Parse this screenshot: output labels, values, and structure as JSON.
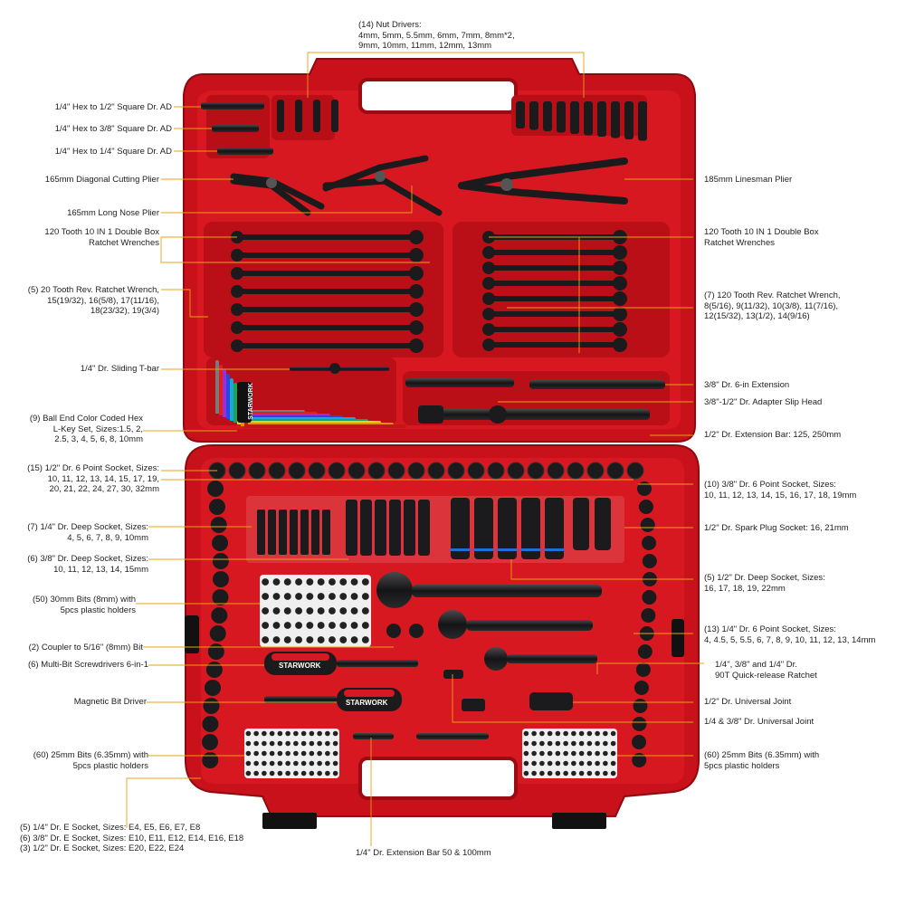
{
  "colors": {
    "case_red": "#d8141c",
    "case_dark": "#a50b12",
    "foam": "#c40f17",
    "tool_black": "#1b1b1d",
    "leader": "#e8a017",
    "text": "#222222"
  },
  "brand": "STARWORK",
  "labels": {
    "nut_drivers": {
      "l1": "(14) Nut Drivers:",
      "l2": "4mm, 5mm, 5.5mm, 6mm, 7mm, 8mm*2,",
      "l3": "9mm, 10mm, 11mm, 12mm, 13mm"
    },
    "hex_half": "1/4\" Hex to 1/2\" Square Dr. AD",
    "hex_38": "1/4\" Hex to 3/8\" Square Dr. AD",
    "hex_14": "1/4\" Hex to 1/4\" Square Dr. AD",
    "diag_plier": "165mm Diagonal Cutting Plier",
    "long_nose": "165mm Long Nose Plier",
    "dbox_left": {
      "l1": "120 Tooth 10 IN 1 Double Box",
      "l2": "Ratchet Wrenches"
    },
    "rev5": {
      "l1": "(5) 20 Tooth Rev. Ratchet Wrench,",
      "l2": "15(19/32), 16(5/8), 17(11/16),",
      "l3": "18(23/32), 19(3/4)"
    },
    "tbar": "1/4\" Dr. Sliding T-bar",
    "hexkey": {
      "l1": "(9) Ball End Color Coded Hex",
      "l2": "L-Key Set, Sizes:1.5, 2,",
      "l3": "2.5, 3, 4, 5, 6, 8, 10mm"
    },
    "linesman": "185mm Linesman Plier",
    "dbox_right": {
      "l1": "120 Tooth 10 IN 1 Double Box",
      "l2": "Ratchet Wrenches"
    },
    "rev7": {
      "l1": "(7) 120 Tooth Rev. Ratchet Wrench,",
      "l2": "8(5/16), 9(11/32), 10(3/8), 11(7/16),",
      "l3": "12(15/32), 13(1/2), 14(9/16)"
    },
    "ext6": "3/8\" Dr. 6-in Extension",
    "adapter": "3/8\"-1/2\" Dr. Adapter Slip Head",
    "extbar": "1/2\" Dr. Extension Bar: 125, 250mm",
    "s15": {
      "l1": "(15) 1/2\" Dr. 6 Point Socket, Sizes:",
      "l2": "10, 11, 12, 13, 14, 15, 17, 19,",
      "l3": "20, 21, 22, 24, 27, 30, 32mm"
    },
    "deep7": {
      "l1": "(7) 1/4\" Dr. Deep Socket, Sizes:",
      "l2": "4, 5, 6, 7, 8, 9, 10mm"
    },
    "deep6": {
      "l1": "(6) 3/8\" Dr. Deep Socket, Sizes:",
      "l2": "10, 11, 12, 13, 14, 15mm"
    },
    "bits50": {
      "l1": "(50) 30mm Bits (8mm) with",
      "l2": "5pcs plastic holders"
    },
    "coupler": "(2) Coupler to 5/16\" (8mm) Bit",
    "multibit": "(6) Multi-Bit Screwdrivers 6-in-1",
    "magnetic": "Magnetic Bit Driver",
    "bits60l": {
      "l1": "(60) 25mm Bits (6.35mm) with",
      "l2": "5pcs plastic holders"
    },
    "s10": {
      "l1": "(10) 3/8\" Dr. 6 Point Socket, Sizes:",
      "l2": "10, 11, 12, 13, 14, 15, 16, 17, 18, 19mm"
    },
    "spark": "1/2\" Dr. Spark Plug Socket: 16, 21mm",
    "deep5": {
      "l1": "(5) 1/2\" Dr. Deep Socket, Sizes:",
      "l2": "16, 17, 18, 19, 22mm"
    },
    "s13": {
      "l1": "(13) 1/4\" Dr. 6 Point Socket, Sizes:",
      "l2": "4, 4.5, 5, 5.5, 6, 7, 8, 9, 10, 11, 12, 13, 14mm"
    },
    "quick": {
      "l1": "1/4\", 3/8\" and 1/4\" Dr.",
      "l2": "90T Quick-release Ratchet"
    },
    "uj12": "1/2\" Dr. Universal Joint",
    "uj14": "1/4 & 3/8\" Dr. Universal Joint",
    "bits60r": {
      "l1": "(60) 25mm Bits (6.35mm) with",
      "l2": "5pcs plastic holders"
    },
    "esock": {
      "l1": "(5) 1/4\" Dr. E Socket, Sizes: E4, E5, E6, E7, E8",
      "l2": "(6) 3/8\" Dr. E Socket, Sizes: E10, E11, E12, E14, E16, E18",
      "l3": "(3) 1/2\" Dr. E Socket, Sizes: E20, E22, E24"
    },
    "ext14": "1/4\" Dr. Extension Bar 50 & 100mm"
  },
  "socket_sizes": {
    "quarter_deep": [
      "4",
      "5",
      "6",
      "7",
      "8",
      "9",
      "10"
    ],
    "mid_deep": [
      "10",
      "11",
      "12",
      "13",
      "14",
      "15"
    ],
    "half_deep": [
      "16",
      "17",
      "18",
      "19",
      "22"
    ],
    "spark": [
      "16",
      "21"
    ]
  }
}
